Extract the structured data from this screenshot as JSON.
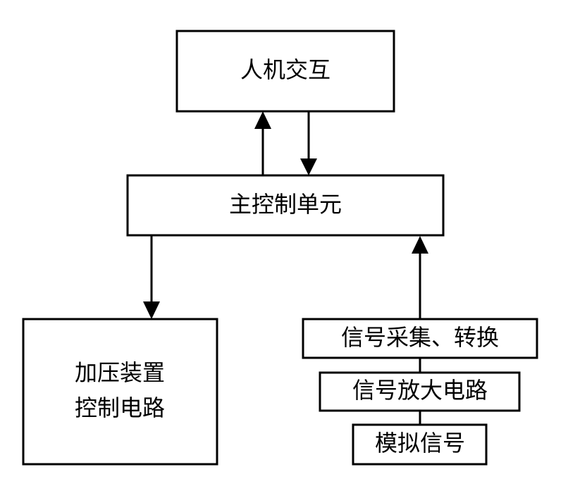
{
  "nodes": {
    "human_machine": "人机交互",
    "main_control": "主控制单元",
    "press_control_line1": "加压装置",
    "press_control_line2": "控制电路",
    "signal_acquisition": "信号采集、转换",
    "signal_amplifier": "信号放大电路",
    "analog_signal": "模拟信号"
  },
  "colors": {
    "stroke": "#000000",
    "background": "#ffffff"
  }
}
